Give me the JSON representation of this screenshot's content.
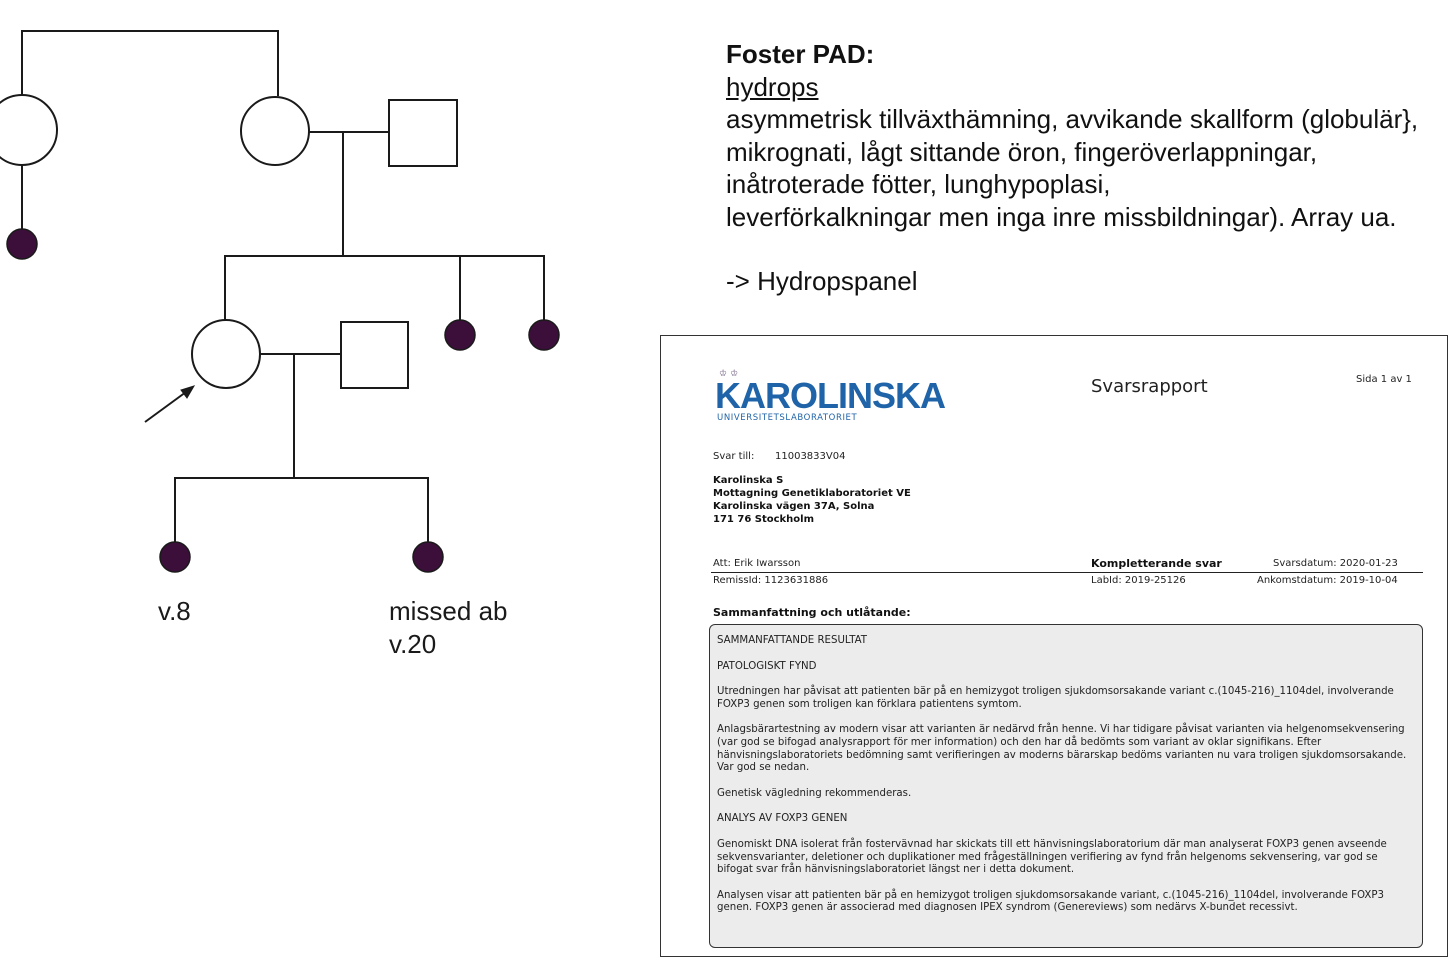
{
  "pedigree": {
    "labels": {
      "left_child": "v.8",
      "right_child_line1": "missed ab",
      "right_child_line2": "v.20"
    },
    "colors": {
      "affected": "#3b0f3a",
      "line": "#1a1a1a"
    }
  },
  "pad": {
    "title": "Foster PAD:",
    "subtitle": "hydrops",
    "lines": [
      "asymmetrisk tillväxthämning, avvikande skallform (globulär},",
      "mikrognati, lågt sittande öron, fingeröverlappningar,",
      "inåtroterade fötter, lunghypoplasi,",
      "leverförkalkningar men inga inre missbildningar). Array ua."
    ],
    "panel": "-> Hydropspanel"
  },
  "report": {
    "logo_main": "KAROLINSKA",
    "logo_sub": "UNIVERSITETSLABORATORIET",
    "title": "Svarsrapport",
    "page": "Sida 1 av 1",
    "svar_till_label": "Svar till:",
    "svar_till_value": "11003833V04",
    "address": [
      "Karolinska S",
      "Mottagning Genetiklaboratoriet VE",
      "Karolinska vägen 37A, Solna",
      "171 76 Stockholm"
    ],
    "att": "Att: Erik Iwarsson",
    "remiss": "RemissId: 1123631886",
    "kompletterande": "Kompletterande svar",
    "labid": "LabId: 2019-25126",
    "svarsdatum": "Svarsdatum:  2020-01-23",
    "ankomstdatum": "Ankomstdatum:  2019-10-04",
    "section_title": "Sammanfattning och utlåtande:",
    "paragraphs": [
      "SAMMANFATTANDE RESULTAT",
      "PATOLOGISKT FYND",
      "Utredningen har påvisat att patienten bär på en hemizygot troligen sjukdomsorsakande variant c.(1045-216)_1104del, involverande FOXP3 genen som troligen kan förklara patientens symtom.",
      "Anlagsbärartestning av modern visar att varianten är nedärvd från henne. Vi har tidigare påvisat varianten via helgenomsekvensering (var god se bifogad analysrapport för mer information) och den har då bedömts som variant av oklar signifikans. Efter hänvisningslaboratoriets bedömning samt verifieringen av moderns bärarskap bedöms varianten nu vara troligen sjukdomsorsakande. Var god se nedan.",
      "Genetisk vägledning rekommenderas.",
      "ANALYS AV FOXP3 GENEN",
      "Genomiskt DNA isolerat från fostervävnad har skickats till ett hänvisningslaboratorium där man analyserat FOXP3 genen avseende sekvensvarianter, deletioner och duplikationer med frågeställningen verifiering av fynd från helgenoms sekvensering, var god se bifogat svar från hänvisningslaboratoriet längst ner i detta dokument.",
      "Analysen visar att patienten bär på en hemizygot troligen sjukdomsorsakande variant, c.(1045-216)_1104del, involverande FOXP3 genen. FOXP3 genen är associerad med diagnosen IPEX syndrom (Genereviews) som nedärvs X-bundet recessivt."
    ]
  }
}
